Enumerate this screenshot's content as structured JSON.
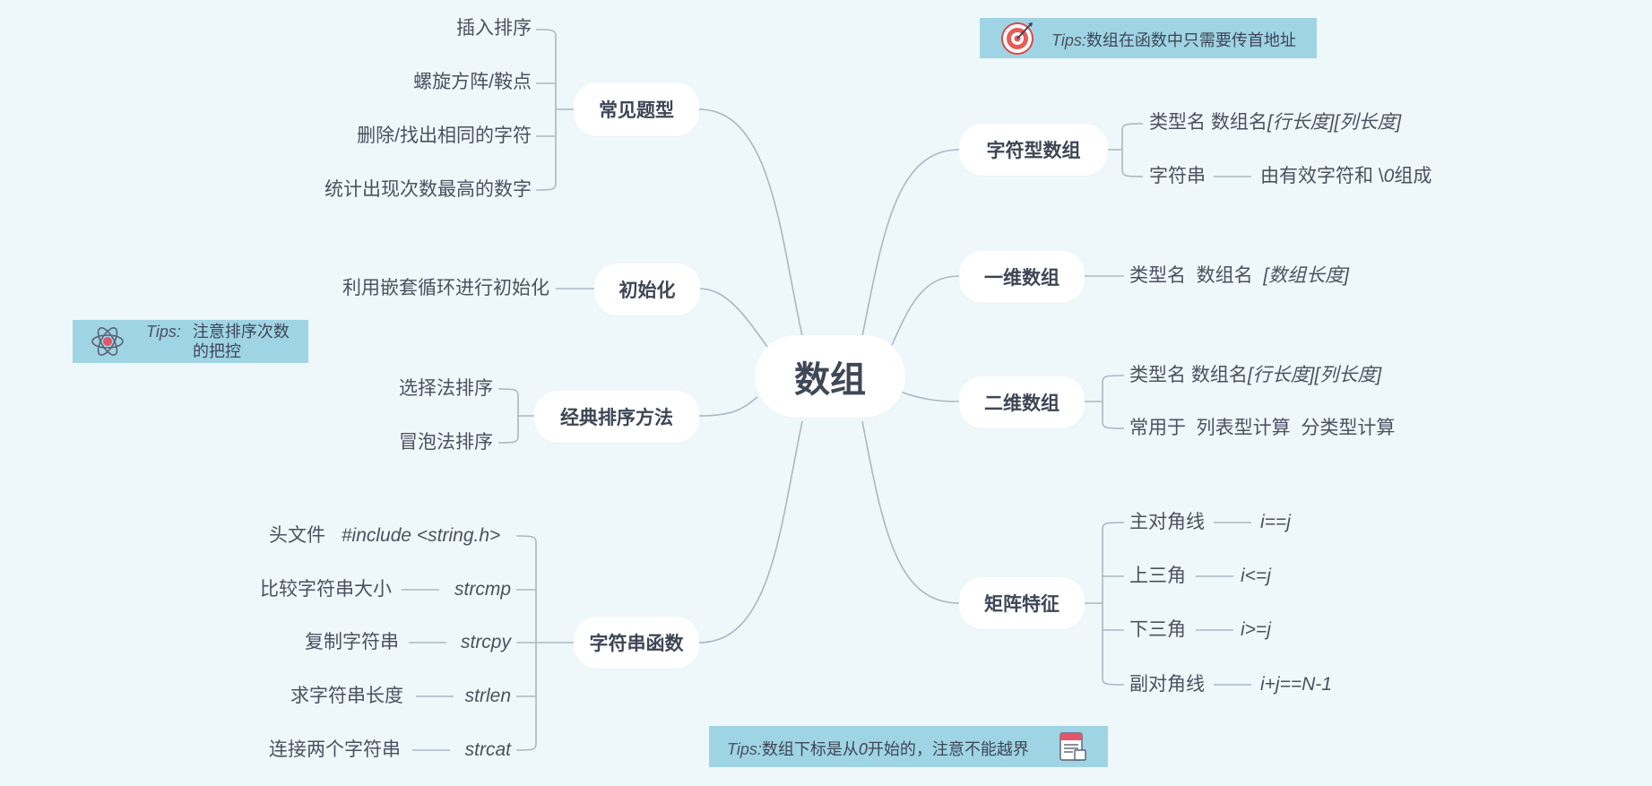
{
  "central": "数组",
  "left_topics": {
    "common": {
      "label": "常见题型",
      "items": [
        "插入排序",
        "螺旋方阵/鞍点",
        "删除/找出相同的字符",
        "统计出现次数最高的数字"
      ]
    },
    "init": {
      "label": "初始化",
      "items": [
        "利用嵌套循环进行初始化"
      ]
    },
    "sorting": {
      "label": "经典排序方法",
      "items": [
        "选择法排序",
        "冒泡法排序"
      ]
    },
    "string_funcs": {
      "label": "字符串函数",
      "items": [
        {
          "desc": "头文件",
          "code": "#include <string.h>"
        },
        {
          "desc": "比较字符串大小",
          "code": "strcmp"
        },
        {
          "desc": "复制字符串",
          "code": "strcpy"
        },
        {
          "desc": "求字符串长度",
          "code": "strlen"
        },
        {
          "desc": "连接两个字符串",
          "code": "strcat"
        }
      ]
    }
  },
  "right_topics": {
    "char_array": {
      "label": "字符型数组",
      "item1_a": "类型名  数组名",
      "item1_b": "[行长度][列长度]",
      "item2": "字符串",
      "item2_detail_a": "由有效字符和  \\",
      "item2_detail_b": "0",
      "item2_detail_c": "组成"
    },
    "one_dim": {
      "label": "一维数组",
      "item_a": "类型名  数组名  ",
      "item_b": "[数组长度]"
    },
    "two_dim": {
      "label": "二维数组",
      "item1_a": "类型名  数组名",
      "item1_b": "[行长度][列长度]",
      "item2": "常用于  列表型计算  分类型计算"
    },
    "matrix": {
      "label": "矩阵特征",
      "items": [
        {
          "desc": "主对角线",
          "expr": "i==j"
        },
        {
          "desc": "上三角",
          "expr": "i<=j"
        },
        {
          "desc": "下三角",
          "expr": "i>=j"
        },
        {
          "desc": "副对角线",
          "expr": "i+j==N-1"
        }
      ]
    }
  },
  "tips": {
    "top": {
      "label": "Tips:",
      "text": "数组在函数中只需要传首地址",
      "icon": "target-icon"
    },
    "left": {
      "label": "Tips:",
      "text_line1": "注意排序次数",
      "text_line2": "的把控",
      "icon": "atom-icon"
    },
    "bottom": {
      "label": "Tips:",
      "text_a": "数组下标是从",
      "text_b": "0",
      "text_c": "开始的，注意不能越界",
      "icon": "news-icon"
    }
  },
  "colors": {
    "background": "#eef7f9",
    "branch_line": "#a8b8c4",
    "tip_fill": "#9fd4e4",
    "text": "#454d5c"
  }
}
